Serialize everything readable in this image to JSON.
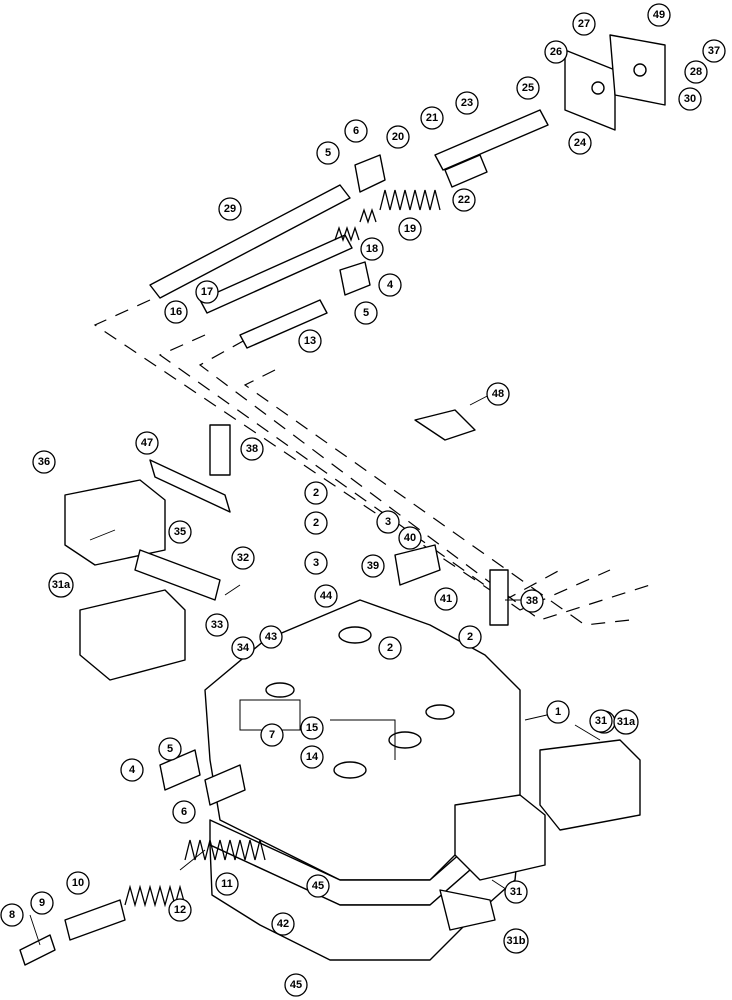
{
  "callouts": [
    "1",
    "2",
    "2",
    "2",
    "2",
    "3",
    "3",
    "4",
    "4",
    "5",
    "5",
    "5",
    "6",
    "6",
    "7",
    "8",
    "9",
    "10",
    "11",
    "12",
    "13",
    "14",
    "15",
    "16",
    "17",
    "18",
    "19",
    "20",
    "21",
    "22",
    "23",
    "24",
    "25",
    "26",
    "27",
    "28",
    "29",
    "30",
    "31",
    "31",
    "31",
    "31a",
    "31a",
    "31b",
    "32",
    "33",
    "34",
    "35",
    "36",
    "37",
    "38",
    "38",
    "39",
    "40",
    "41",
    "42",
    "43",
    "44",
    "45",
    "45",
    "47",
    "48",
    "49"
  ]
}
